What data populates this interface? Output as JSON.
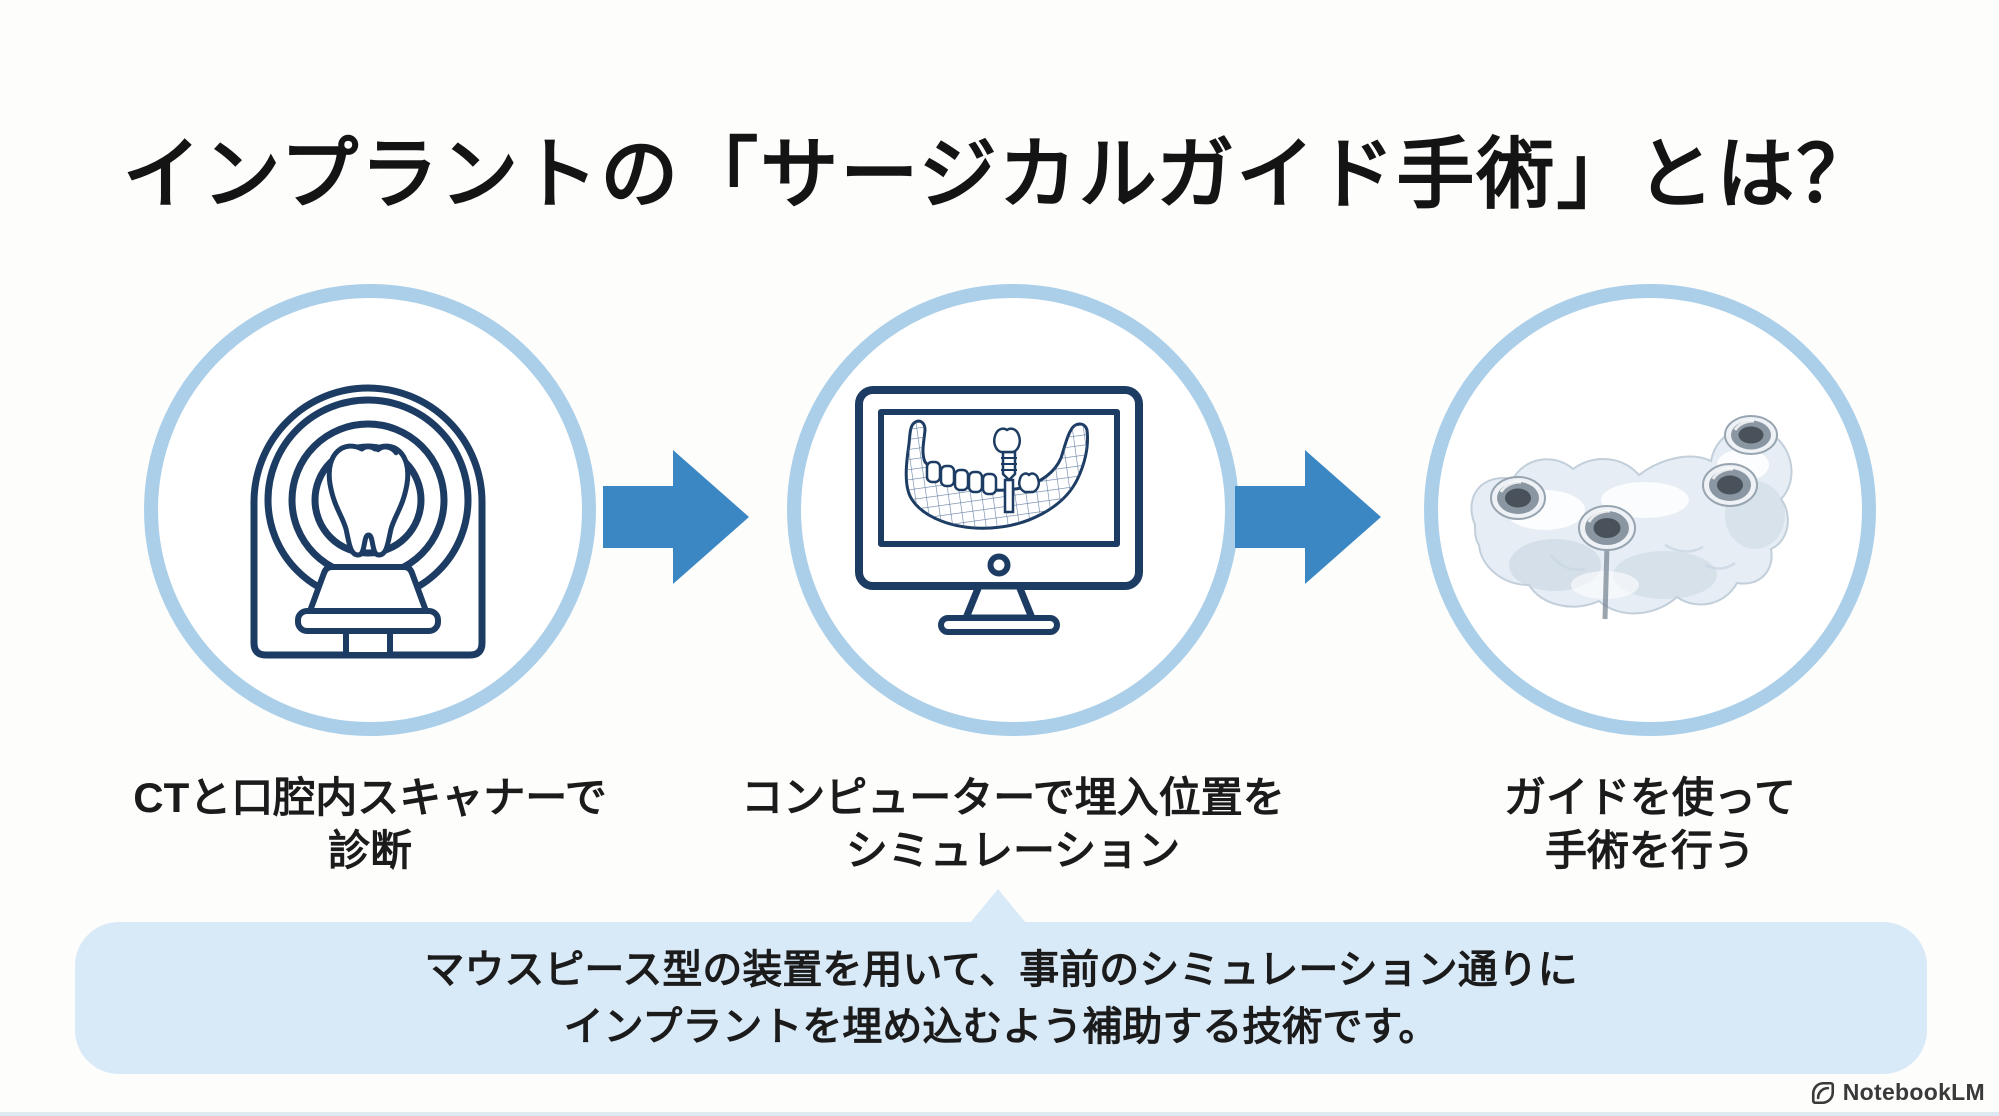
{
  "title": "インプラントの「サージカルガイド手術」とは？",
  "steps": [
    {
      "icon": "ct-scanner-tooth-icon",
      "caption_line1": "CTと口腔内スキャナーで",
      "caption_line2": "診断"
    },
    {
      "icon": "monitor-jaw-implant-simulation-icon",
      "caption_line1": "コンピューターで埋入位置を",
      "caption_line2": "シミュレーション"
    },
    {
      "icon": "transparent-surgical-guide-photo",
      "caption_line1": "ガイドを使って",
      "caption_line2": "手術を行う"
    }
  ],
  "callout": {
    "line1": "マウスピース型の装置を用いて、事前のシミュレーション通りに",
    "line2": "インプラントを埋め込むよう補助する技術です。"
  },
  "watermark": {
    "label": "NotebookLM",
    "icon": "notebooklm-logo-icon"
  },
  "icons": {
    "arrow": "arrow-right-icon"
  },
  "colors": {
    "background": "#fdfdfc",
    "title_text": "#141414",
    "caption_text": "#1b1b1b",
    "circle_ring": "#abcfe9",
    "arrow_blue": "#3b87c3",
    "icon_navy": "#1d3c63",
    "callout_bg": "#d8e9f7",
    "watermark_text": "#3a3a3a"
  }
}
